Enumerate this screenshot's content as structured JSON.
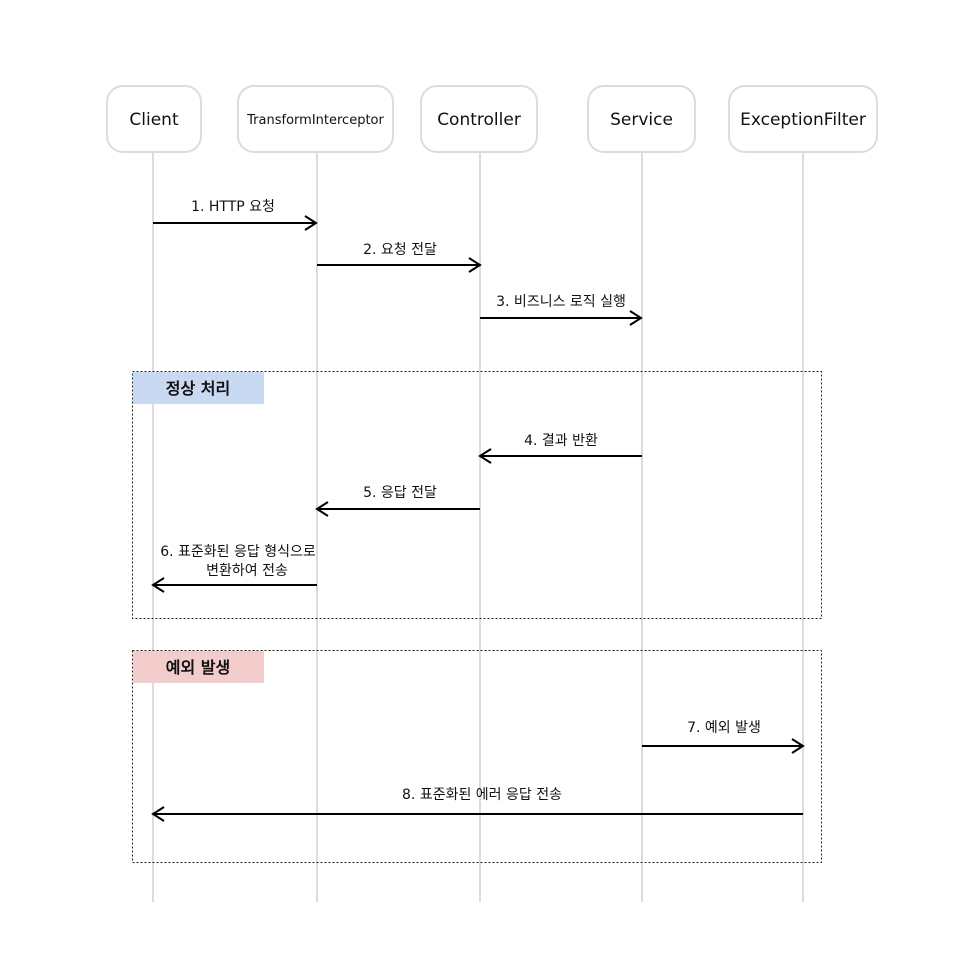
{
  "participants": [
    {
      "id": "client",
      "label": "Client"
    },
    {
      "id": "interceptor",
      "label": "TransformInterceptor"
    },
    {
      "id": "controller",
      "label": "Controller"
    },
    {
      "id": "service",
      "label": "Service"
    },
    {
      "id": "filter",
      "label": "ExceptionFilter"
    }
  ],
  "frames": {
    "normal": {
      "label": "정상 처리",
      "color": "#c9d9f1"
    },
    "exception": {
      "label": "예외 발생",
      "color": "#f3cccc"
    }
  },
  "messages": [
    {
      "label": "1. HTTP 요청",
      "from": "client",
      "to": "interceptor"
    },
    {
      "label": "2. 요청 전달",
      "from": "interceptor",
      "to": "controller"
    },
    {
      "label": "3. 비즈니스 로직 실행",
      "from": "controller",
      "to": "service"
    },
    {
      "label": "4. 결과 반환",
      "from": "service",
      "to": "controller"
    },
    {
      "label": "5. 응답 전달",
      "from": "controller",
      "to": "interceptor"
    },
    {
      "label_line1": "6. 표준화된 응답 형식으로",
      "label_line2": "변환하여 전송",
      "from": "interceptor",
      "to": "client"
    },
    {
      "label": "7. 예외 발생",
      "from": "service",
      "to": "filter"
    },
    {
      "label": "8. 표준화된 에러 응답 전송",
      "from": "filter",
      "to": "client"
    }
  ]
}
